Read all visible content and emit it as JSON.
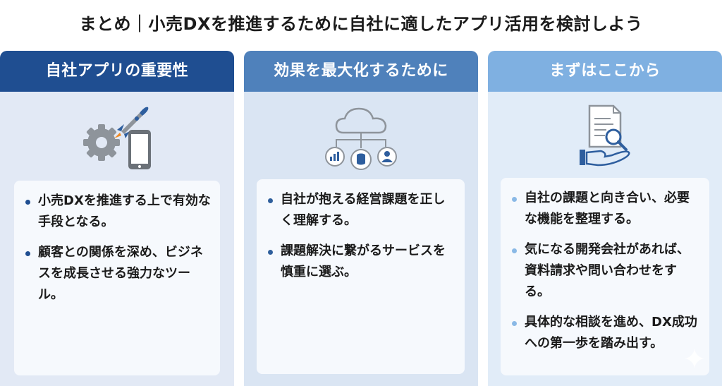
{
  "title": "まとめ｜小売DXを推進するために自社に適したアプリ活用を検討しよう",
  "columns": [
    {
      "heading": "自社アプリの重要性",
      "icons": [
        "gear-icon",
        "rocket-icon",
        "smartphone-icon"
      ],
      "items": [
        "小売DXを推進する上で有効な手段となる。",
        "顧客との関係を深め、ビジネスを成長させる強力なツール。"
      ]
    },
    {
      "heading": "効果を最大化するために",
      "icons": [
        "cloud-icon",
        "chart-icon",
        "database-icon",
        "user-icon"
      ],
      "items": [
        "自社が抱える経営課題を正しく理解する。",
        "課題解決に繋がるサービスを慎重に選ぶ。"
      ]
    },
    {
      "heading": "まずはここから",
      "icons": [
        "document-icon",
        "magnifier-icon",
        "hand-icon"
      ],
      "items": [
        "自社の課題と向き合い、必要な機能を整理する。",
        "気になる開発会社があれば、資料請求や問い合わせをする。",
        "具体的な相談を進め、DX成功への第一歩を踏み出す。"
      ]
    }
  ],
  "colors": {
    "col1_header": "#1f4e91",
    "col2_header": "#4f81bb",
    "col3_header": "#7fb0e1"
  }
}
